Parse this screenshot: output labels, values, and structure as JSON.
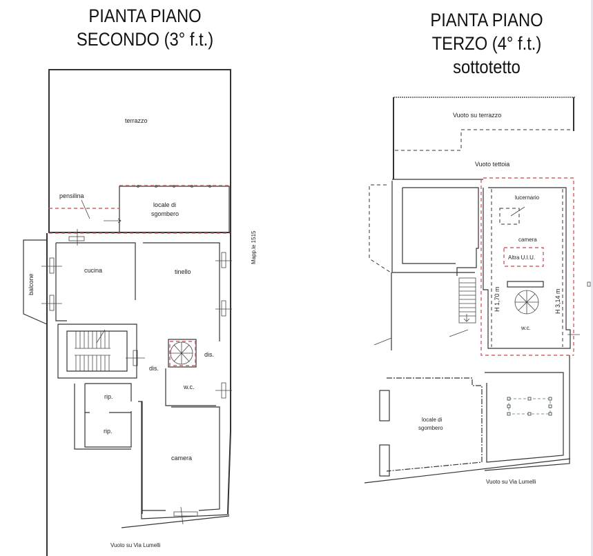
{
  "left_plan": {
    "title_line1": "PIANTA PIANO",
    "title_line2": "SECONDO (3° f.t.)",
    "rooms": {
      "terrazzo": "terrazzo",
      "pensilina": "pensilina",
      "locale_sgombero_line1": "locale di",
      "locale_sgombero_line2": "sgombero",
      "balcone": "balcone",
      "cucina": "cucina",
      "tinello": "tinello",
      "dis_1": "dis.",
      "dis_2": "dis.",
      "wc": "w.c.",
      "rip_1": "rip.",
      "rip_2": "rip.",
      "camera": "camera"
    },
    "side_note": "Mapp.le 1515",
    "bottom_note": "Vuoto su Via Lumelli"
  },
  "right_plan": {
    "title_line1": "PIANTA PIANO",
    "title_line2": "TERZO (4° f.t.)",
    "title_line3": "sottotetto",
    "rooms": {
      "vuoto_terrazzo": "Vuoto su terrazzo",
      "vuoto_tettoia": "Vuoto tettoia",
      "lucernario": "lucernario",
      "camera": "camera",
      "altra_uiu": "Altra U.I.U.",
      "wc": "w.c.",
      "locale_sgombero_line1": "locale di",
      "locale_sgombero_line2": "sgombero"
    },
    "height_left": "H 1,70 m",
    "height_right": "H 3,14 m",
    "bottom_note": "Vuoto su Via Lumelli"
  },
  "colors": {
    "wall": "#333333",
    "red_boundary": "#d0606a",
    "selection": "#4a7a8a"
  }
}
